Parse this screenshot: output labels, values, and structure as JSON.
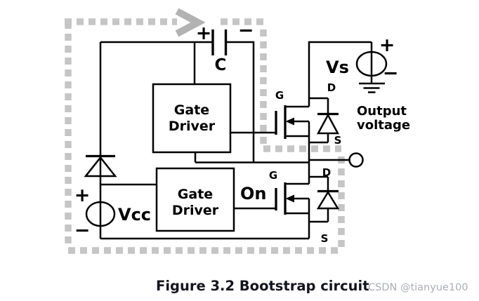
{
  "figure": {
    "caption": "Figure 3.2 Bootstrap circuit",
    "watermark": "CSDN @tianyue100"
  },
  "capacitor": {
    "label": "C",
    "plus": "+",
    "minus": "−"
  },
  "vs_source": {
    "label": "Vs",
    "plus": "+",
    "minus": "−"
  },
  "vcc_source": {
    "label": "Vcc",
    "plus": "+",
    "minus": "−"
  },
  "gate_driver_high": {
    "line1": "Gate",
    "line2": "Driver"
  },
  "gate_driver_low": {
    "line1": "Gate",
    "line2": "Driver",
    "input_label": "On"
  },
  "mosfet_high": {
    "gate": "G",
    "drain": "D",
    "source": "S"
  },
  "mosfet_low": {
    "gate": "G",
    "drain": "D",
    "source": "S"
  },
  "output": {
    "line1": "Output",
    "line2": "voltage"
  },
  "colors": {
    "wire": "#000000",
    "dashed_path": "#c5c5c5",
    "path_arrow": "#b2b2b2",
    "caption_text": "#15151f",
    "watermark_text": "#abaeb4",
    "background": "#ffffff"
  }
}
